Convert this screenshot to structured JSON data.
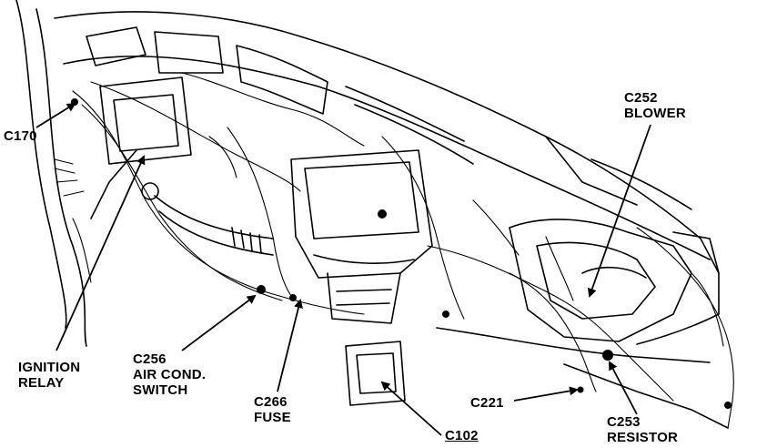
{
  "labels": {
    "c170": "C170",
    "ignition_relay": [
      "IGNITION",
      "RELAY"
    ],
    "c256": [
      "C256",
      "AIR COND.",
      "SWITCH"
    ],
    "c266": [
      "C266",
      "FUSE"
    ],
    "c102": "C102",
    "c252": [
      "C252",
      "BLOWER"
    ],
    "c221": "C221",
    "c253": [
      "C253",
      "RESISTOR"
    ]
  }
}
